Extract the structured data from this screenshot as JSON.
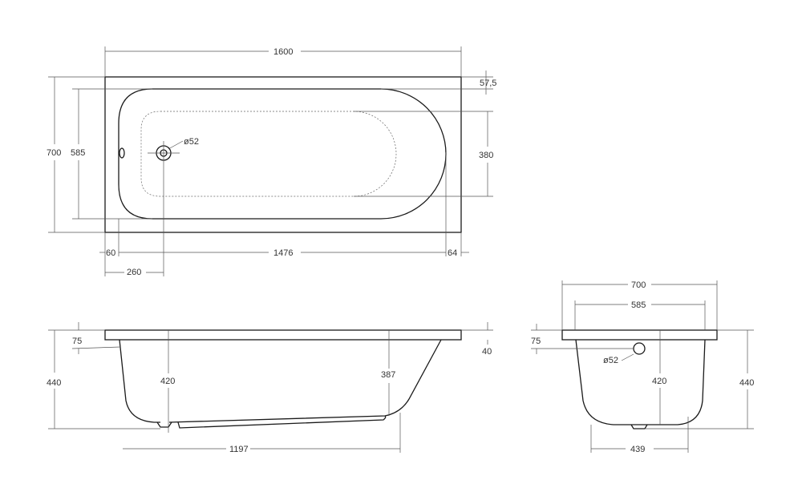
{
  "top_view": {
    "overall_length": "1600",
    "overall_width": "700",
    "inner_width": "585",
    "rim_offset": "57,5",
    "bottom_width": "380",
    "drain_diameter": "ø52",
    "left_rim": "60",
    "inner_length": "1476",
    "right_rim": "64",
    "drain_offset": "260"
  },
  "side_view": {
    "overflow_depth": "75",
    "total_height": "440",
    "depth_at_drain": "420",
    "depth_at_end": "387",
    "rim_thickness": "40",
    "bottom_length": "1197"
  },
  "end_view": {
    "overall_width": "700",
    "inner_width": "585",
    "overflow_depth": "75",
    "overflow_diameter": "ø52",
    "depth": "420",
    "total_height": "440",
    "bottom_width": "439"
  }
}
